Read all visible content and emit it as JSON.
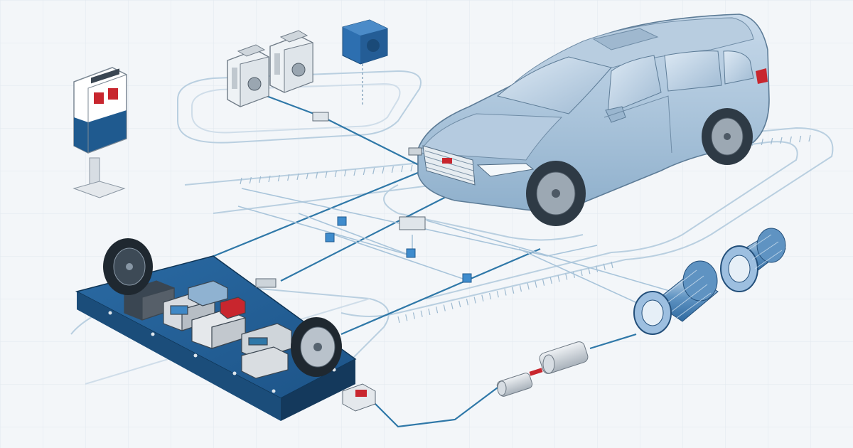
{
  "scene": {
    "kind": "isometric EV system illustration",
    "visible_text": []
  },
  "components": {
    "charging_station": {
      "icon": "charging-station-icon"
    },
    "motor_units": [
      {
        "icon": "motor-controller-icon"
      },
      {
        "icon": "motor-controller-icon"
      }
    ],
    "heat_exchanger": {
      "icon": "radiator-cube-icon"
    },
    "vehicle": {
      "icon": "suv-car-icon"
    },
    "battery_platform": {
      "icon": "battery-skateboard-icon",
      "wheels": 2,
      "modules": 7
    },
    "connector_nodes": {
      "icon": "junction-node-icon",
      "count": 6
    },
    "drive_shaft": {
      "icon": "drive-shaft-icon"
    },
    "filter_cylinders": {
      "icon": "filter-cylinder-icon",
      "count": 2
    },
    "fuse_block": {
      "icon": "fuse-block-icon"
    }
  },
  "colors": {
    "background": "#f3f6f9",
    "grid": "#dde5ec",
    "track_line": "#b9cfe0",
    "cable": "#2f78a8",
    "platform": "#1f5a8f",
    "platform_dark": "#163f66",
    "car_body": "#a9c3da",
    "car_shadow": "#7f9fbb",
    "accent_red": "#c8262e",
    "module_grey": "#d7dbe0"
  }
}
